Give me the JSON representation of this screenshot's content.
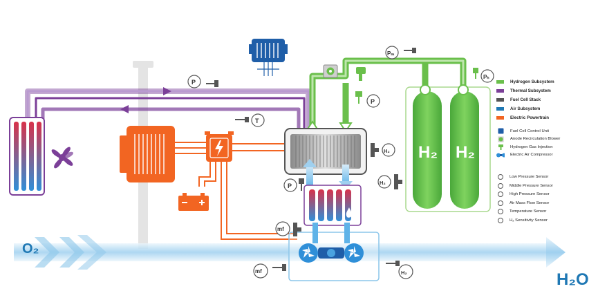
{
  "legend": {
    "subsystems": [
      {
        "label": "Hydrogen Subsystem",
        "color": "#6abf4b"
      },
      {
        "label": "Thermal Subsystem",
        "color": "#7b3f98"
      },
      {
        "label": "Fuel Cell Stack",
        "color": "#555555"
      },
      {
        "label": "Air Subsystem",
        "color": "#1f78b4"
      },
      {
        "label": "Electric Powertrain",
        "color": "#f26522"
      }
    ],
    "components": [
      {
        "label": "Fuel Cell Control Unit",
        "icon": "control-unit-icon"
      },
      {
        "label": "Anode Recirculation Blower",
        "icon": "blower-icon"
      },
      {
        "label": "Hydrogen Gas Injection",
        "icon": "injector-icon"
      },
      {
        "label": "Electric Air Compressor",
        "icon": "compressor-icon"
      }
    ],
    "sensors": [
      {
        "label": "Low Pressure Sensor"
      },
      {
        "label": "Middle Pressure Sensor"
      },
      {
        "label": "High Pressure Sensor"
      },
      {
        "label": "Air Mass Flow Sensor"
      },
      {
        "label": "Temperature Sensor"
      },
      {
        "label": "H₂ Sensitivity Sensor"
      }
    ]
  },
  "diagram": {
    "o2_label": "O₂",
    "h2o_label": "H₂O",
    "tank_label": "H₂",
    "sensor_p_low": "P",
    "sensor_t": "T",
    "sensor_h2": "H₂",
    "sensor_mf": "mf",
    "sensor_phigh": "Pₕ",
    "sensor_pm": "Pₘ"
  },
  "colors": {
    "hydrogen": "#6abf4b",
    "thermal": "#7b3f98",
    "stack": "#555555",
    "air": "#1f78b4",
    "power": "#f26522",
    "air_light": "#cfe7f7"
  }
}
